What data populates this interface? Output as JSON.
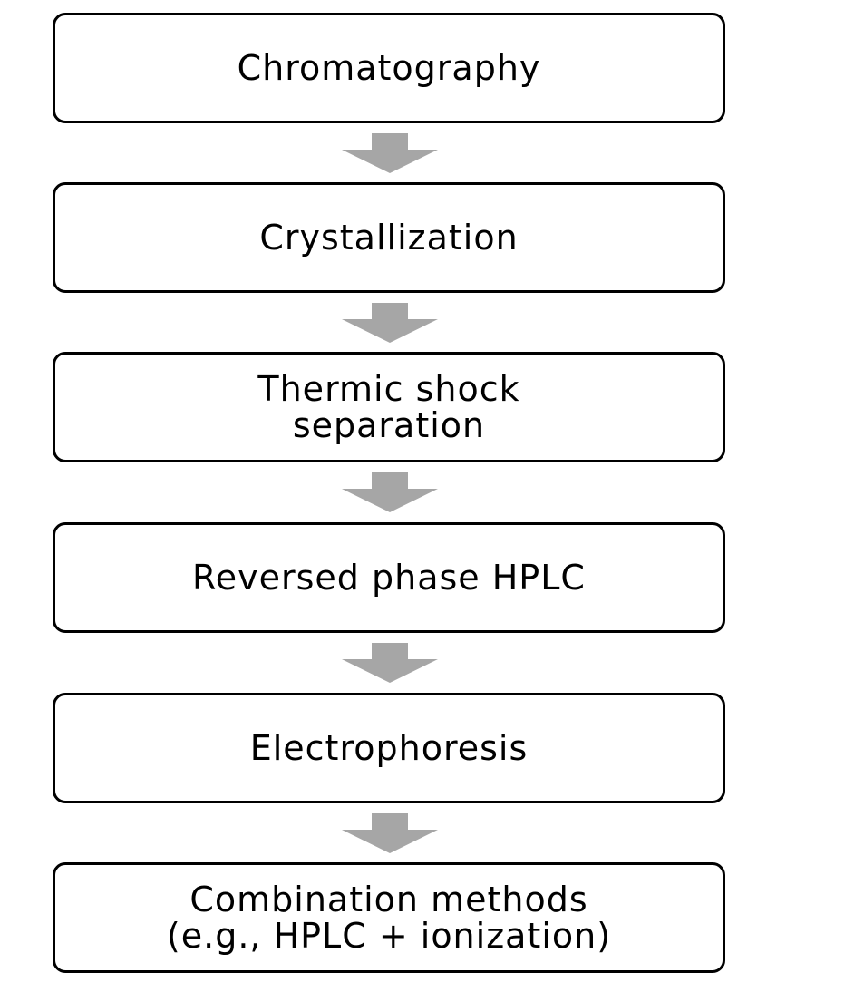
{
  "colors": {
    "box_border": "#000000",
    "box_fill": "#ffffff",
    "arrow_fill": "#a6a6a6",
    "text": "#000000"
  },
  "arrow_icon": "down-arrow-icon",
  "steps": [
    {
      "label": "Chromatography"
    },
    {
      "label": "Crystallization"
    },
    {
      "label": "Thermic shock\nseparation"
    },
    {
      "label": "Reversed phase HPLC"
    },
    {
      "label": "Electrophoresis"
    },
    {
      "label": "Combination methods\n(e.g., HPLC + ionization)"
    }
  ]
}
